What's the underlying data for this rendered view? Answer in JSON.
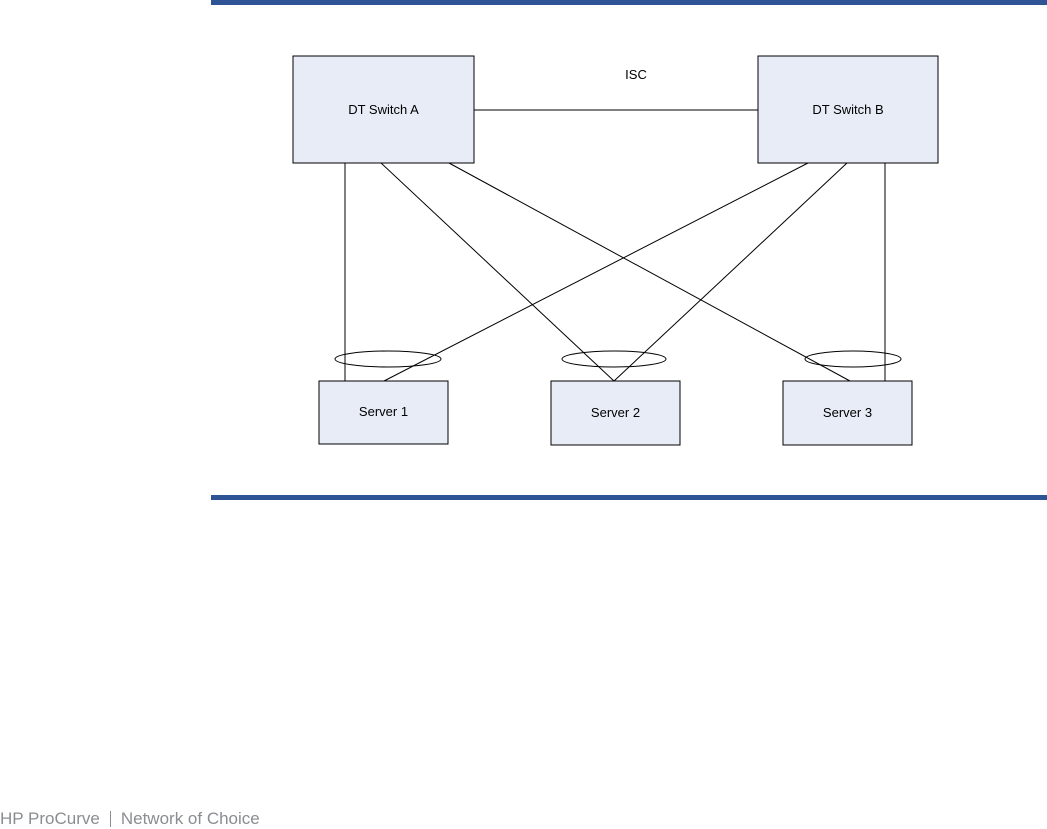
{
  "diagram": {
    "link_label": "ISC",
    "switches": [
      {
        "id": "switch-a",
        "label": "DT Switch A"
      },
      {
        "id": "switch-b",
        "label": "DT Switch B"
      }
    ],
    "servers": [
      {
        "id": "server-1",
        "label": "Server 1"
      },
      {
        "id": "server-2",
        "label": "Server 2"
      },
      {
        "id": "server-3",
        "label": "Server 3"
      }
    ],
    "links": [
      {
        "from": "switch-a",
        "to": "switch-b",
        "label": "ISC"
      },
      {
        "from": "switch-a",
        "to": "server-1"
      },
      {
        "from": "switch-a",
        "to": "server-2"
      },
      {
        "from": "switch-a",
        "to": "server-3"
      },
      {
        "from": "switch-b",
        "to": "server-1"
      },
      {
        "from": "switch-b",
        "to": "server-2"
      },
      {
        "from": "switch-b",
        "to": "server-3"
      }
    ],
    "colors": {
      "node_fill": "#e7ecf7",
      "rule": "#2f5496",
      "footer_text": "#8a8d91"
    }
  },
  "footer": {
    "brand": "HP ProCurve",
    "tagline": "Network of Choice"
  }
}
